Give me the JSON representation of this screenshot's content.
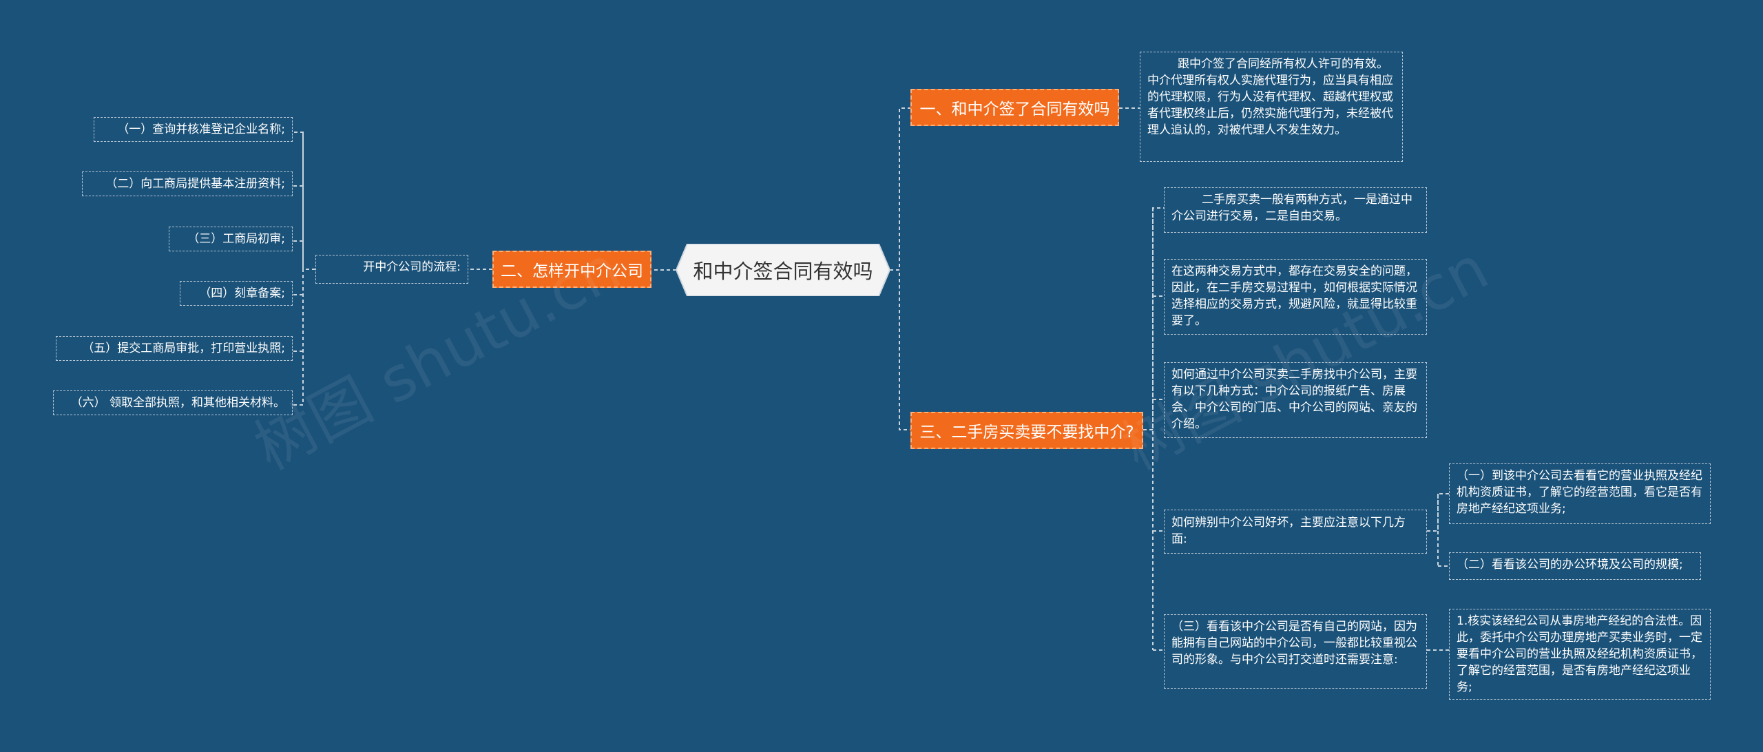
{
  "root": {
    "title": "和中介签合同有效吗"
  },
  "branches": [
    {
      "label": "一、和中介签了合同有效吗"
    },
    {
      "label": "二、怎样开中介公司"
    },
    {
      "label": "三、二手房买卖要不要找中介?"
    }
  ],
  "b1": {
    "leaf": "跟中介签了合同经所有权人许可的有效。中介代理所有权人实施代理行为，应当具有相应的代理权限，行为人没有代理权、超越代理权或者代理权终止后，仍然实施代理行为，未经被代理人追认的，对被代理人不发生效力。"
  },
  "b2": {
    "flow_label": "开中介公司的流程:",
    "steps": [
      "（一）查询并核准登记企业名称;",
      "（二）向工商局提供基本注册资料;",
      "（三）工商局初审;",
      "（四）刻章备案;",
      "（五）提交工商局审批，打印营业执照;",
      "（六） 领取全部执照，和其他相关材料。"
    ]
  },
  "b3": {
    "p1": "二手房买卖一般有两种方式，一是通过中介公司进行交易，二是自由交易。",
    "p2": "在这两种交易方式中，都存在交易安全的问题，因此，在二手房交易过程中，如何根据实际情况选择相应的交易方式，规避风险，就显得比较重要了。",
    "p3": "如何通过中介公司买卖二手房找中介公司，主要有以下几种方式：中介公司的报纸广告、房展会、中介公司的门店、中介公司的网站、亲友的介绍。",
    "p4": "如何辨别中介公司好坏，主要应注意以下几方面:",
    "p4_children": [
      "（一）到该中介公司去看看它的营业执照及经纪机构资质证书，了解它的经营范围，看它是否有房地产经纪这项业务;",
      "（二）看看该公司的办公环境及公司的规模;"
    ],
    "p5": "（三）看看该中介公司是否有自己的网站，因为能拥有自己网站的中介公司，一般都比较重视公司的形象。与中介公司打交道时还需要注意:",
    "p5_child": "1.核实该经纪公司从事房地产经纪的合法性。因此，委托中介公司办理房地产买卖业务时，一定要看中介公司的营业执照及经纪机构资质证书，了解它的经营范围，是否有房地产经纪这项业务;"
  },
  "watermarks": [
    "树图 shutu.cn",
    "树图 shutu.cn"
  ],
  "colors": {
    "background": "#1b5279",
    "branch": "#f26a1b",
    "root_fill": "#f4f4f4"
  }
}
